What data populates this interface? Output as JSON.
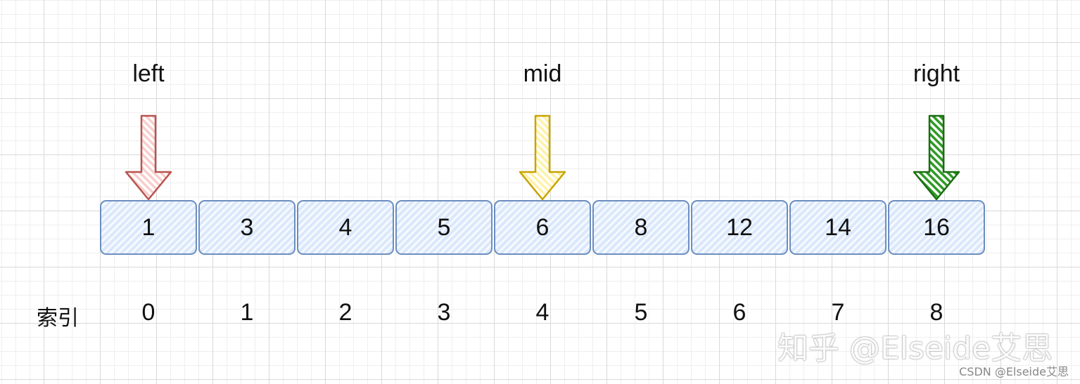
{
  "pointers": [
    {
      "name": "left",
      "label": "left",
      "position": 0,
      "color": "#b85450",
      "fill": "#f8cecc"
    },
    {
      "name": "mid",
      "label": "mid",
      "position": 4,
      "color": "#c8a400",
      "fill": "#fff2a8"
    },
    {
      "name": "right",
      "label": "right",
      "position": 8,
      "color": "#1a6e12",
      "fill": "#2f9a26"
    }
  ],
  "array": {
    "values": [
      "1",
      "3",
      "4",
      "5",
      "6",
      "8",
      "12",
      "14",
      "16"
    ],
    "indices": [
      "0",
      "1",
      "2",
      "3",
      "4",
      "5",
      "6",
      "7",
      "8"
    ],
    "index_title": "索引",
    "cell_color": "#dae8fc",
    "border_color": "#6c8ebf"
  },
  "watermark": {
    "main": "知乎 @Elseide艾思",
    "small": "CSDN @Elseide艾思"
  }
}
